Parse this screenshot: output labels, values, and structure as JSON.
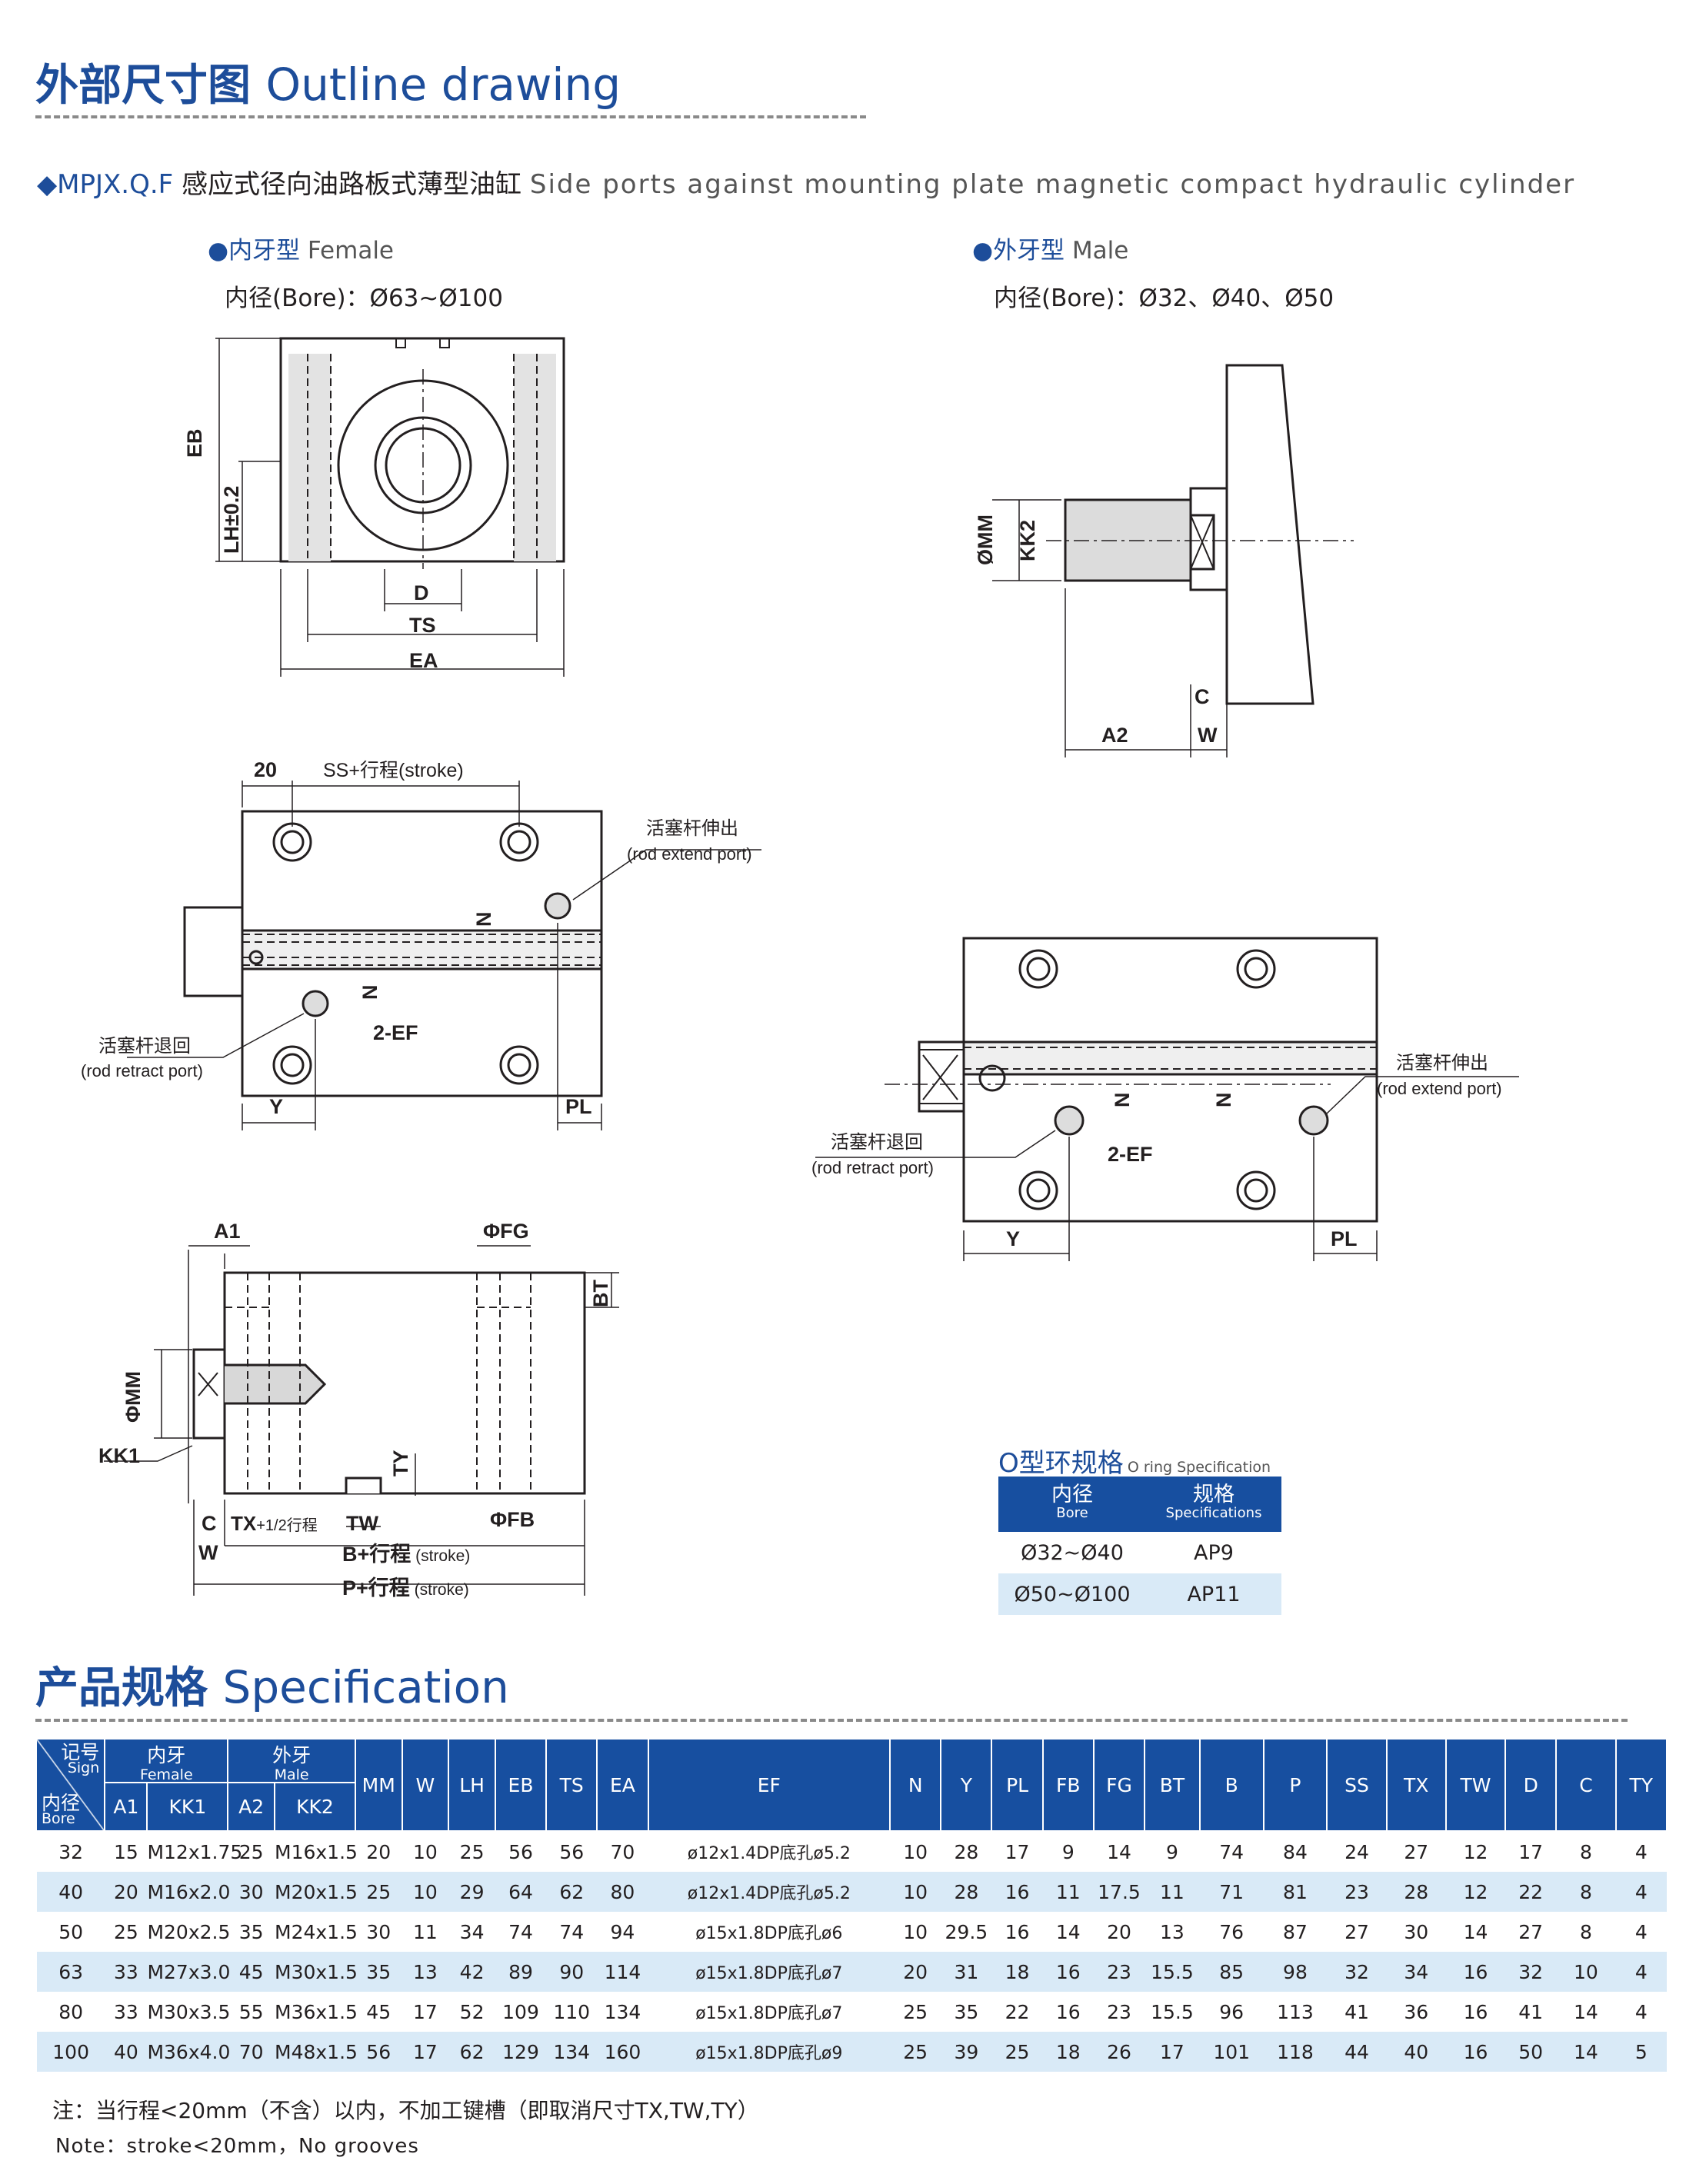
{
  "section1": {
    "title_cn": "外部尺寸图",
    "title_en": "Outline drawing"
  },
  "model": {
    "code": "◆MPJX.Q.F",
    "name_cn": "感应式径向油路板式薄型油缸",
    "name_en": "Side ports against mounting plate magnetic compact hydraulic cylinder"
  },
  "female": {
    "title_cn": "内牙型",
    "title_en": "Female",
    "bore": "内径(Bore)：Ø63~Ø100"
  },
  "male": {
    "title_cn": "外牙型",
    "title_en": "Male",
    "bore": "内径(Bore)：Ø32、Ø40、Ø50"
  },
  "drawing_labels": {
    "eb": "EB",
    "lh": "LH±0.2",
    "d": "D",
    "ts": "TS",
    "ea": "EA",
    "mm_male": "ØMM",
    "kk2": "KK2",
    "c": "C",
    "a2": "A2",
    "w": "W",
    "n20": "20",
    "ss_stroke": "SS+行程(stroke)",
    "extend_cn": "活塞杆伸出",
    "extend_en": "(rod extend port)",
    "retract_cn": "活塞杆退回",
    "retract_en": "(rod retract port)",
    "n": "N",
    "ef": "2-EF",
    "y": "Y",
    "pl": "PL",
    "a1": "A1",
    "fg": "ΦFG",
    "bt": "BT",
    "phimm": "ΦMM",
    "kk1": "KK1",
    "ty": "TY",
    "fb": "ΦFB",
    "tx": "TX+1/2行程",
    "tw": "TW",
    "b_stroke": "B+行程",
    "p_stroke": "P+行程",
    "stroke": "(stroke)"
  },
  "oring": {
    "title_cn": "O型环规格",
    "title_en": "O ring Specification",
    "head": [
      {
        "cn": "内径",
        "en": "Bore"
      },
      {
        "cn": "规格",
        "en": "Specifications"
      }
    ],
    "rows": [
      [
        "Ø32~Ø40",
        "AP9"
      ],
      [
        "Ø50~Ø100",
        "AP11"
      ]
    ]
  },
  "section2": {
    "title_cn": "产品规格",
    "title_en": "Specification"
  },
  "spec": {
    "corner_sign_cn": "记号",
    "corner_sign_en": "Sign",
    "corner_bore_cn": "内径",
    "corner_bore_en": "Bore",
    "female_cn": "内牙",
    "female_en": "Female",
    "male_cn": "外牙",
    "male_en": "Male",
    "sub_cols": [
      "A1",
      "KK1",
      "A2",
      "KK2"
    ],
    "cols": [
      "MM",
      "W",
      "LH",
      "EB",
      "TS",
      "EA",
      "EF",
      "N",
      "Y",
      "PL",
      "FB",
      "FG",
      "BT",
      "B",
      "P",
      "SS",
      "TX",
      "TW",
      "D",
      "C",
      "TY"
    ],
    "rows": [
      [
        "32",
        "15",
        "M12x1.75",
        "25",
        "M16x1.5",
        "20",
        "10",
        "25",
        "56",
        "56",
        "70",
        "ø12x1.4DP底孔ø5.2",
        "10",
        "28",
        "17",
        "9",
        "14",
        "9",
        "74",
        "84",
        "24",
        "27",
        "12",
        "17",
        "8",
        "4"
      ],
      [
        "40",
        "20",
        "M16x2.0",
        "30",
        "M20x1.5",
        "25",
        "10",
        "29",
        "64",
        "62",
        "80",
        "ø12x1.4DP底孔ø5.2",
        "10",
        "28",
        "16",
        "11",
        "17.5",
        "11",
        "71",
        "81",
        "23",
        "28",
        "12",
        "22",
        "8",
        "4"
      ],
      [
        "50",
        "25",
        "M20x2.5",
        "35",
        "M24x1.5",
        "30",
        "11",
        "34",
        "74",
        "74",
        "94",
        "ø15x1.8DP底孔ø6",
        "10",
        "29.5",
        "16",
        "14",
        "20",
        "13",
        "76",
        "87",
        "27",
        "30",
        "14",
        "27",
        "8",
        "4"
      ],
      [
        "63",
        "33",
        "M27x3.0",
        "45",
        "M30x1.5",
        "35",
        "13",
        "42",
        "89",
        "90",
        "114",
        "ø15x1.8DP底孔ø7",
        "20",
        "31",
        "18",
        "16",
        "23",
        "15.5",
        "85",
        "98",
        "32",
        "34",
        "16",
        "32",
        "10",
        "4"
      ],
      [
        "80",
        "33",
        "M30x3.5",
        "55",
        "M36x1.5",
        "45",
        "17",
        "52",
        "109",
        "110",
        "134",
        "ø15x1.8DP底孔ø7",
        "25",
        "35",
        "22",
        "16",
        "23",
        "15.5",
        "96",
        "113",
        "41",
        "36",
        "16",
        "41",
        "14",
        "4"
      ],
      [
        "100",
        "40",
        "M36x4.0",
        "70",
        "M48x1.5",
        "56",
        "17",
        "62",
        "129",
        "134",
        "160",
        "ø15x1.8DP底孔ø9",
        "25",
        "39",
        "25",
        "18",
        "26",
        "17",
        "101",
        "118",
        "44",
        "40",
        "16",
        "50",
        "14",
        "5"
      ]
    ]
  },
  "note": {
    "cn": "注：当行程<20mm（不含）以内，不加工键槽（即取消尺寸TX,TW,TY）",
    "en": "Note：stroke<20mm，No grooves"
  },
  "colors": {
    "brand_blue": "#1d4d9a",
    "header_blue": "#174fa0",
    "row_alt": "#d9eaf7"
  }
}
